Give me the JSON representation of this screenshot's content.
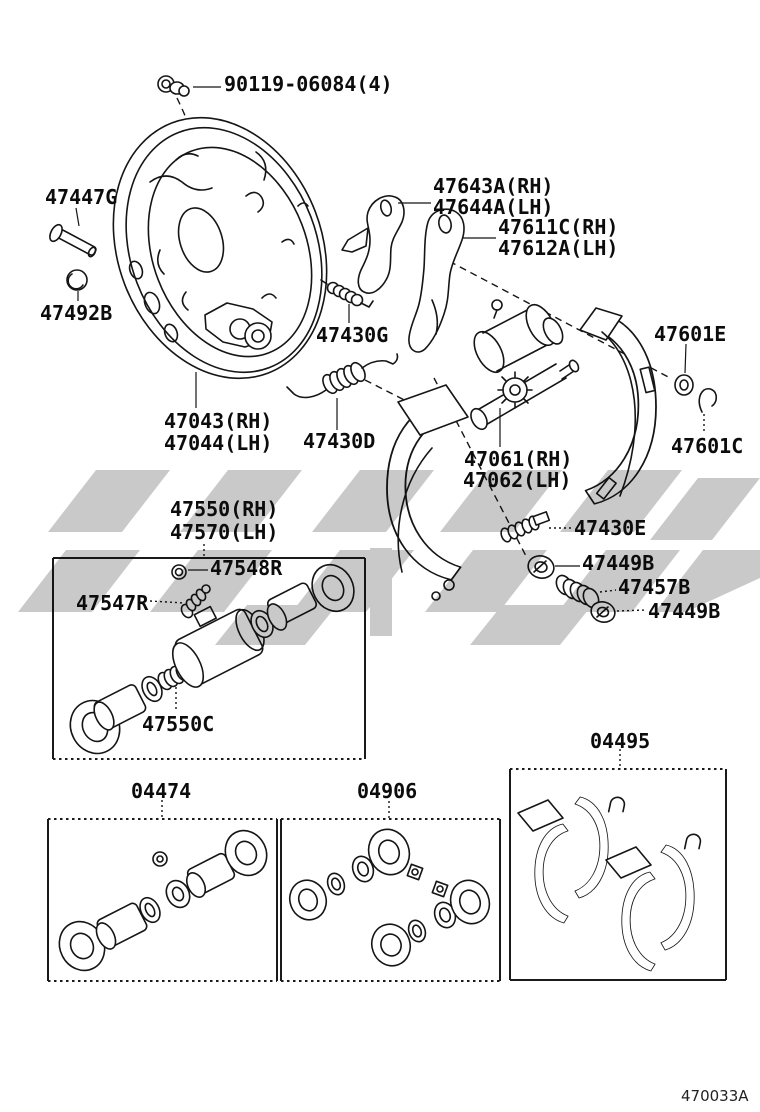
{
  "diagram": {
    "drawing_code": "470033A",
    "line_color": "#151515",
    "watermark_color": "#c9c9c9",
    "background": "#ffffff"
  },
  "labels": {
    "bolt_part": "90119-06084(4)",
    "pin": "47447G",
    "plug": "47492B",
    "strut_rh": "47643A(RH)",
    "strut_lh": "47644A(LH)",
    "lever_rh": "47611C(RH)",
    "lever_lh": "47612A(LH)",
    "spring_g": "47430G",
    "backing_plate_rh": "47043(RH)",
    "backing_plate_lh": "47044(LH)",
    "spring_d": "47430D",
    "washer_e": "47601E",
    "clip_c": "47601C",
    "adjuster_rh": "47061(RH)",
    "adjuster_lh": "47062(LH)",
    "wheel_cylinder_rh": "47550(RH)",
    "wheel_cylinder_lh": "47570(LH)",
    "cap_r": "47548R",
    "bleeder_r": "47547R",
    "spring_c": "47550C",
    "screw_e": "47430E",
    "washer_b1": "47449B",
    "spring_b": "47457B",
    "washer_b2": "47449B",
    "kit_cylinder": "04474",
    "kit_cup": "04906",
    "kit_shoe": "04495"
  }
}
